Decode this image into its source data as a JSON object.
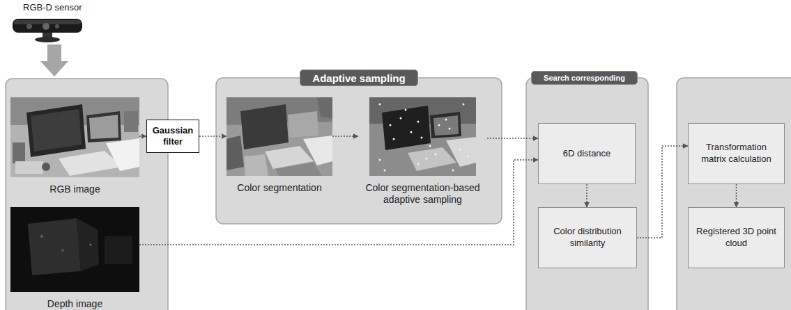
{
  "diagram": {
    "nodes": [
      {
        "text": [
          "RGB image"
        ]
      },
      {
        "text": [
          "Depth image"
        ]
      },
      {
        "text": [
          "Gaussian filter"
        ]
      },
      {
        "text": [
          "Adaptive sampling"
        ]
      },
      {
        "text": [
          "Color segmentation"
        ],
        "in": 3
      },
      {
        "text": [
          "Color segmentation-based adaptive sampling"
        ],
        "in": 3
      },
      {
        "text": [
          "Search corresponding"
        ]
      },
      {
        "text": [
          "6D distance"
        ],
        "in": 6
      },
      {
        "text": [
          "Color distribution similarity"
        ],
        "in": 6
      },
      {
        "text": [
          "Transformation matrix calculation"
        ]
      },
      {
        "text": [
          "Registered 3D point cloud"
        ]
      }
    ],
    "edges": [
      {
        "from": 0,
        "to": 2,
        "arrow": "to"
      },
      {
        "from": 2,
        "to": 4,
        "arrow": "to"
      },
      {
        "from": 4,
        "to": 5,
        "arrow": "to"
      },
      {
        "from": 5,
        "to": 7,
        "arrow": "to"
      },
      {
        "from": 1,
        "to": 7,
        "arrow": "to"
      },
      {
        "from": 7,
        "to": 8,
        "arrow": "to"
      },
      {
        "from": 8,
        "to": 9,
        "arrow": "to"
      },
      {
        "from": 9,
        "to": 10,
        "arrow": "to"
      }
    ],
    "labels": [
      "RGB-D sensor"
    ]
  }
}
